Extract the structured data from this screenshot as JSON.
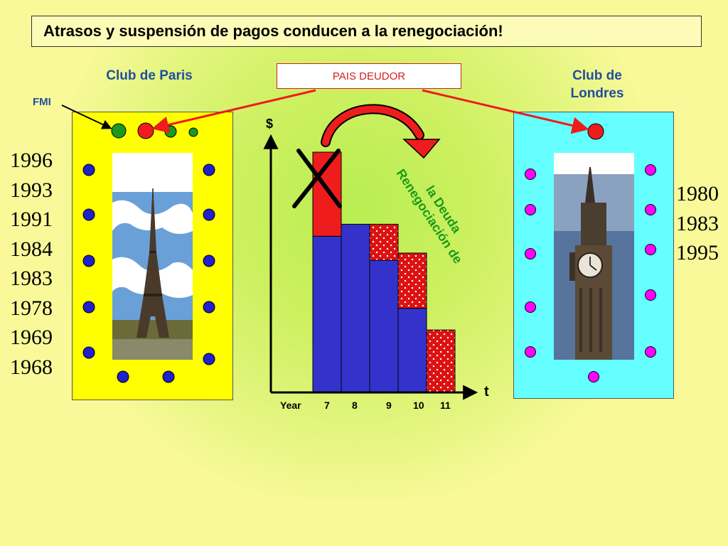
{
  "title": "Atrasos y suspensión de pagos conducen a la renegociación!",
  "labels": {
    "club_paris": "Club de Paris",
    "club_londres_line1": "Club de",
    "club_londres_line2": "Londres",
    "pais_deudor": "PAIS DEUDOR",
    "fmi": "FMI",
    "renegociacion_line1": "Renegociación de",
    "renegociacion_line2": "la Deuda"
  },
  "paris_years": [
    "1996",
    "1993",
    "1991",
    "1984",
    "1983",
    "1978",
    "1969",
    "1968"
  ],
  "london_years": [
    "1980",
    "1983",
    "1995"
  ],
  "colors": {
    "paris_panel": "#ffff00",
    "london_panel": "#66ffff",
    "creditor_dot_paris": "#2020cc",
    "creditor_dot_london": "#ff00ff",
    "fmi_dot": "#1a9a1a",
    "red": "#ee1c1c",
    "bar_blue": "#3333cc"
  },
  "chart_data": {
    "type": "bar",
    "categories": [
      "7",
      "8",
      "9",
      "10",
      "11"
    ],
    "x_axis_first_label": "Year",
    "ylabel": "$",
    "xlabel": "t",
    "series": [
      {
        "name": "",
        "values": [
          6.5,
          7.0,
          5.5,
          3.5,
          0
        ]
      },
      {
        "name": "",
        "values": [
          3.5,
          0,
          1.5,
          2.3,
          2.6
        ]
      }
    ],
    "ylim": [
      0,
      10.5
    ],
    "annotations": [
      "X over year 7 bar",
      "Curved red arrow from year 7 toward later years"
    ]
  }
}
